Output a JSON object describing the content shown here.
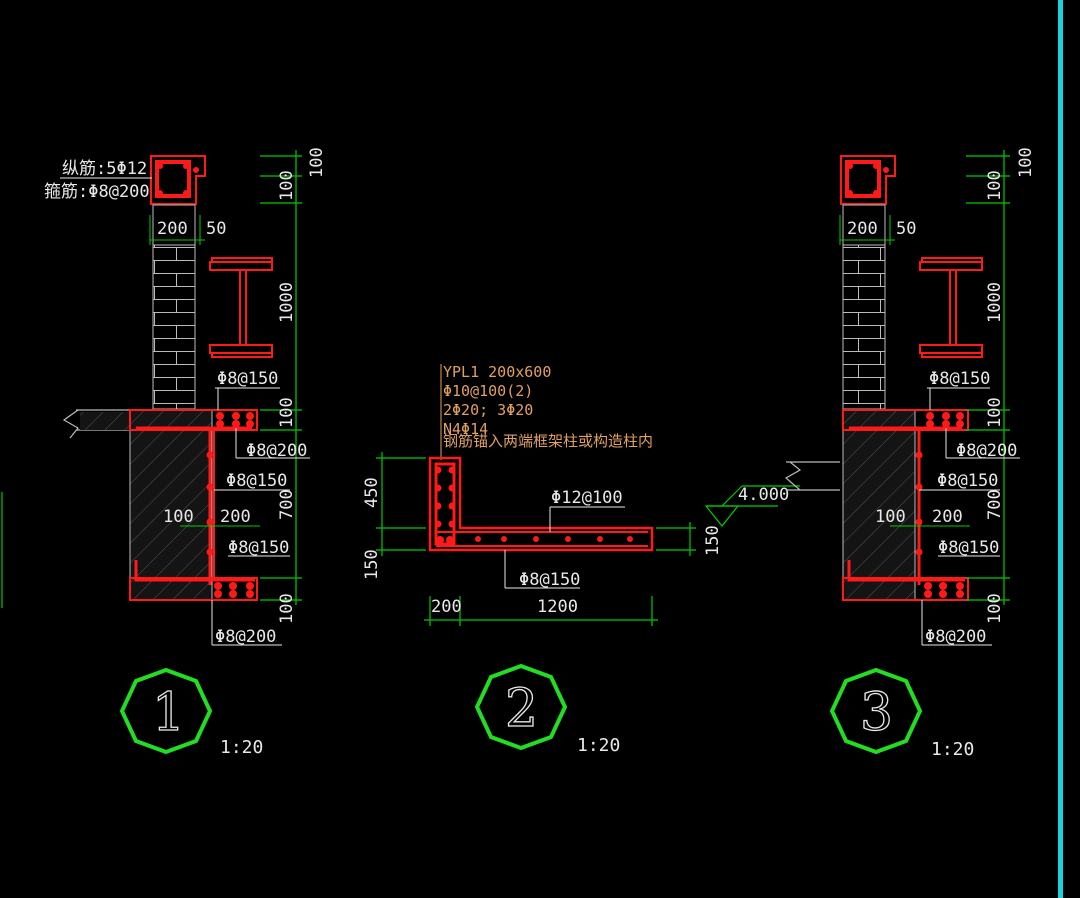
{
  "colors": {
    "background": "#000000",
    "rebar": "#ff1a1a",
    "dimension_line": "#00cc00",
    "text": "#e8e8e8",
    "annotation_orange": "#e0a060",
    "section_marker": "#22dd22",
    "border_cyan": "#19d3e0",
    "masonry": "#bbbbbb"
  },
  "detail1": {
    "longitudinal_rebar": "纵筋:5Φ12",
    "stirrup": "箍筋:Φ8@200",
    "dims": {
      "wall_width": "200",
      "offset": "50",
      "top_100": "100",
      "second_100": "100",
      "height_1000": "1000",
      "slab_100": "100",
      "height_700": "700",
      "bottom_100": "100",
      "inner_100": "100",
      "inner_200": "200"
    },
    "labels": {
      "l1": "Φ8@150",
      "l2": "Φ8@200",
      "l3": "Φ8@150",
      "l4": "Φ8@150",
      "l5": "Φ8@200"
    },
    "marker": "1",
    "scale": "1:20"
  },
  "detail2": {
    "beam_title": "YPL1 200x600",
    "stirrup": "Φ10@100(2)",
    "main_bars": "2Φ20; 3Φ20",
    "side_bars": "N4Φ14",
    "anchorage_note": "钢筋锚入两端框架柱或构造柱内",
    "slab_bar": "Φ12@100",
    "dist_bar": "Φ8@150",
    "dims": {
      "h450": "450",
      "h150_left": "150",
      "h150_right": "150",
      "w200": "200",
      "w1200": "1200"
    },
    "marker": "2",
    "scale": "1:20"
  },
  "detail3": {
    "elevation": "4.000",
    "dims": {
      "wall_width": "200",
      "offset": "50",
      "top_100": "100",
      "second_100": "100",
      "height_1000": "1000",
      "slab_100": "100",
      "height_700": "700",
      "bottom_100": "100",
      "inner_100": "100",
      "inner_200": "200"
    },
    "labels": {
      "l1": "Φ8@150",
      "l2": "Φ8@200",
      "l3": "Φ8@150",
      "l4": "Φ8@150",
      "l5": "Φ8@200"
    },
    "marker": "3",
    "scale": "1:20"
  }
}
